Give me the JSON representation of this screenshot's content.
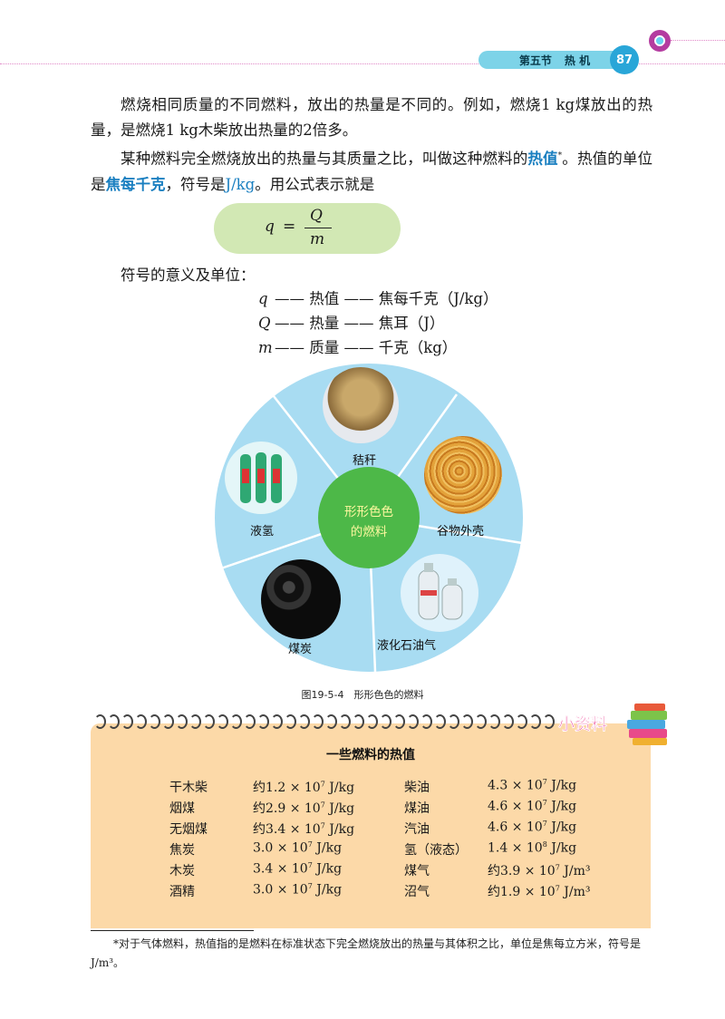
{
  "header": {
    "section": "第五节",
    "topic": "热 机",
    "page_number": "87"
  },
  "paragraphs": {
    "p1": "燃烧相同质量的不同燃料，放出的热量是不同的。例如，燃烧1 kg煤放出的热量，是燃烧1 kg木柴放出热量的2倍多。",
    "p2_a": "某种燃料完全燃烧放出的热量与其质量之比，叫做这种燃料的",
    "p2_term": "热值",
    "p2_mark": "*",
    "p2_b": "。热值的单位是",
    "p2_unit_name": "焦每千克",
    "p2_c": "，符号是",
    "p2_unit_symbol": "J/kg",
    "p2_d": "。用公式表示就是"
  },
  "formula": {
    "lhs": "q",
    "eq": "=",
    "numerator": "Q",
    "denominator": "m"
  },
  "symbols": {
    "title": "符号的意义及单位：",
    "rows": [
      {
        "sym": "q",
        "text": "—— 热值 —— 焦每千克（J/kg）"
      },
      {
        "sym": "Q",
        "text": "—— 热量 —— 焦耳（J）"
      },
      {
        "sym": "m",
        "text": "—— 质量 —— 千克（kg）"
      }
    ]
  },
  "diagram": {
    "center_line1": "形形色色",
    "center_line2": "的燃料",
    "segments": [
      "秸秆",
      "谷物外壳",
      "液化石油气",
      "煤炭",
      "液氢"
    ],
    "caption": "图19-5-4　形形色色的燃料"
  },
  "info": {
    "tag": "小资料",
    "title": "一些燃料的热值",
    "left": [
      {
        "name": "干木柴",
        "pre": "约1.2 × 10",
        "exp": "7",
        "post": " J/kg"
      },
      {
        "name": "烟煤",
        "pre": "约2.9 × 10",
        "exp": "7",
        "post": " J/kg"
      },
      {
        "name": "无烟煤",
        "pre": "约3.4 × 10",
        "exp": "7",
        "post": " J/kg"
      },
      {
        "name": "焦炭",
        "pre": "3.0 × 10",
        "exp": "7",
        "post": " J/kg"
      },
      {
        "name": "木炭",
        "pre": "3.4 × 10",
        "exp": "7",
        "post": " J/kg"
      },
      {
        "name": "酒精",
        "pre": "3.0 × 10",
        "exp": "7",
        "post": " J/kg"
      }
    ],
    "right": [
      {
        "name": "柴油",
        "pre": "4.3 × 10",
        "exp": "7",
        "post": " J/kg"
      },
      {
        "name": "煤油",
        "pre": "4.6 × 10",
        "exp": "7",
        "post": " J/kg"
      },
      {
        "name": "汽油",
        "pre": "4.6 × 10",
        "exp": "7",
        "post": " J/kg"
      },
      {
        "name": "氢（液态）",
        "pre": "1.4 × 10",
        "exp": "8",
        "post": " J/kg"
      },
      {
        "name": "煤气",
        "pre": "约3.9 × 10",
        "exp": "7",
        "post": " J/m³"
      },
      {
        "name": "沼气",
        "pre": "约1.9 × 10",
        "exp": "7",
        "post": " J/m³"
      }
    ]
  },
  "footnote": "*对于气体燃料，热值指的是燃料在标准状态下完全燃烧放出的热量与其体积之比，单位是焦每立方米，符号是J/m³。"
}
